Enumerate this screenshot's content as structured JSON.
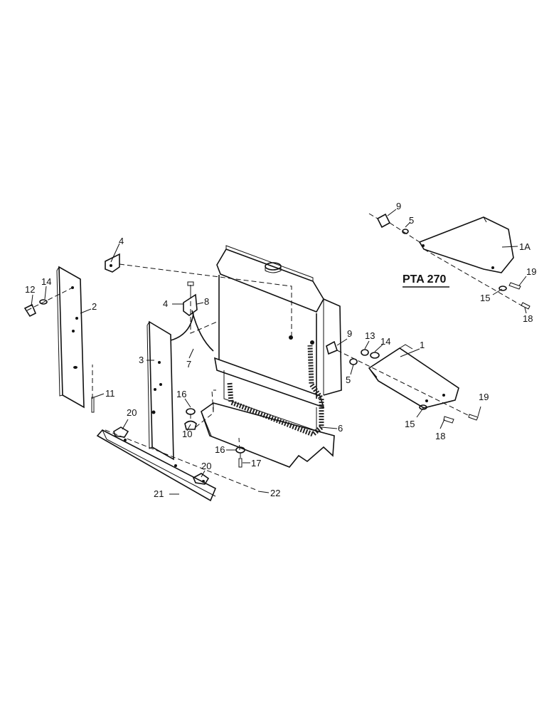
{
  "model_code": "PTA 270",
  "callouts": {
    "c1a": "1A",
    "c1": "1",
    "c2": "2",
    "c3": "3",
    "c4a": "4",
    "c4b": "4",
    "c5a": "5",
    "c5b": "5",
    "c6": "6",
    "c7": "7",
    "c8": "8",
    "c9a": "9",
    "c9b": "9",
    "c10": "10",
    "c11": "11",
    "c12": "12",
    "c13": "13",
    "c14a": "14",
    "c14b": "14",
    "c15a": "15",
    "c15b": "15",
    "c16a": "16",
    "c16b": "16",
    "c17": "17",
    "c18a": "18",
    "c18b": "18",
    "c19a": "19",
    "c19b": "19",
    "c20a": "20",
    "c20b": "20",
    "c21": "21",
    "c22": "22"
  }
}
